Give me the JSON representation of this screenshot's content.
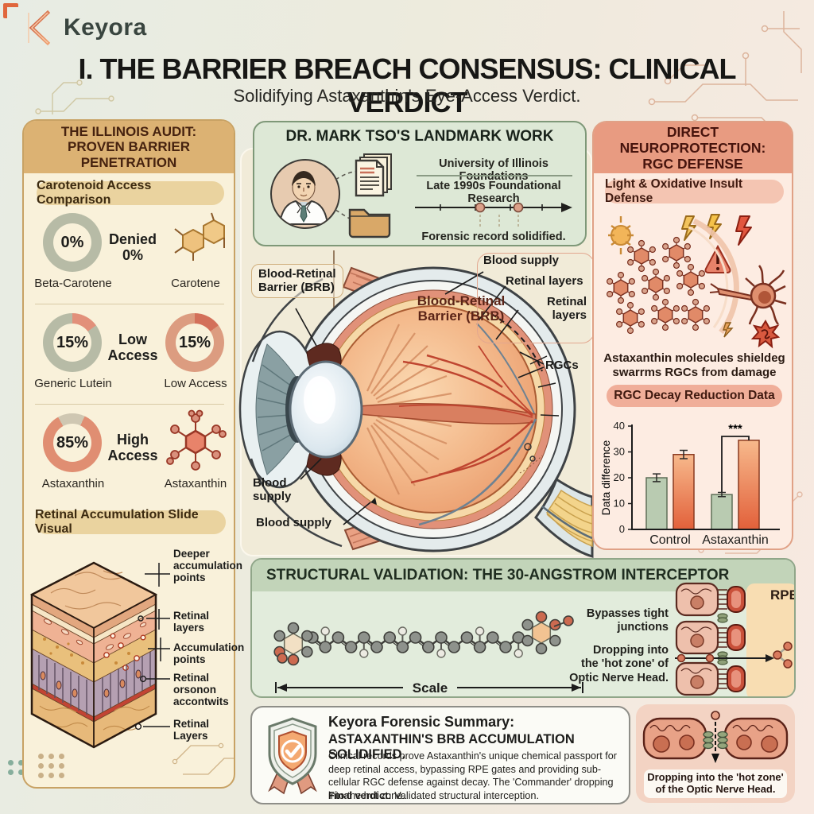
{
  "brand": {
    "name": "Keyora"
  },
  "header": {
    "title": "I. THE BARRIER BREACH CONSENSUS: CLINICAL VERDICT",
    "subtitle": "Solidifying Astaxanthin's Eye-Access Verdict."
  },
  "palette": {
    "page_left": "#e7ece4",
    "page_right": "#f8e9e1",
    "cream_panel": "#f9f1da",
    "tan_header": "#dcb273",
    "sage_panel": "#dde8d6",
    "sage_header": "#c2d4b9",
    "pink_panel": "#fdece2",
    "salmon_header": "#e89b81",
    "salmon": "#e0907a",
    "gray_green": "#b7bba6"
  },
  "left_panel": {
    "title": "THE ILLINOIS AUDIT:\nPROVEN BARRIER PENETRATION",
    "comparison_pill": "Carotenoid Access Comparison",
    "rows": [
      {
        "left_value": "0%",
        "left_pct": 0,
        "mid_text": "Denied\n0%",
        "left_label": "Beta-Carotene",
        "right_label": "Carotene"
      },
      {
        "left_value": "15%",
        "left_pct": 15,
        "mid_text": "Low\nAccess",
        "right_value": "15%",
        "right_pct": 15,
        "left_label": "Generic Lutein",
        "right_label": "Low Access"
      },
      {
        "left_value": "85%",
        "left_pct": 85,
        "mid_text": "High\nAccess",
        "left_label": "Astaxanthin",
        "right_label": "Astaxanthin"
      }
    ],
    "slide_pill": "Retinal Accumulation Slide Visual",
    "slide_labels": [
      "Deeper\naccumulation\npoints",
      "Retinal\nlayers",
      "Accumulation\npoints",
      "Retinal\norsonon\naccontwits",
      "Retinal\nLayers"
    ]
  },
  "tso_panel": {
    "title": "DR. MARK TSO'S LANDMARK WORK",
    "timeline_top": "University of Illinois Foundations",
    "timeline_mid": "Late 1990s Foundational Research",
    "timeline_bottom": "Forensic record solidified."
  },
  "eye_section": {
    "label_brb_left": "Blood-Retinal\nBarrier (BRB)",
    "label_brb_inner": "Blood-Retinal\nBarrier (BRB)",
    "label_blood_supply_top": "Blood supply",
    "label_retinal_layers_1": "Retinal layers",
    "label_retinal_layers_2": "Retinal\nlayers",
    "label_rgcs": "RGCs",
    "label_blood_supply_left": "Blood\nsupply",
    "label_blood_supply_bottom": "Blood supply"
  },
  "right_panel": {
    "title": "DIRECT NEUROPROTECTION:\nRGC DEFENSE",
    "defense_pill": "Light & Oxidative Insult Defense",
    "caption": "Astaxanthin molecules shieldeg\nswarrms RGCs from damage",
    "chart_pill": "RGC Decay Reduction Data"
  },
  "chart_data": {
    "type": "bar",
    "title": "RGC Decay Reduction Data",
    "ylabel": "Data difference",
    "ylim": [
      0,
      40
    ],
    "yticks": [
      "0",
      "10",
      "20",
      "30",
      "40"
    ],
    "categories": [
      "Control",
      "Astaxanthin"
    ],
    "series": [
      {
        "name": "green-series",
        "color": "#b9cbb1",
        "values": [
          20,
          13.5
        ],
        "errors": [
          1.5,
          0.8
        ]
      },
      {
        "name": "orange-series",
        "color": "#ef9c72",
        "values": [
          29,
          34.5
        ],
        "errors": [
          1.6,
          0
        ]
      }
    ],
    "significance": "***",
    "legend": "none",
    "grid": false
  },
  "structural_panel": {
    "title": "STRUCTURAL VALIDATION: THE 30-ANGSTROM INTERCEPTOR",
    "scale_label": "Scale",
    "bypass_text": "Bypasses tight\njunctions",
    "dropping_text": "Dropping into\nthe 'hot zone' of\nOptic Nerve Head.",
    "rpe_label": "RPE"
  },
  "summary": {
    "heading": "Keyora Forensic Summary:",
    "subheading": "ASTAXANTHIN'S BRB ACCUMULATION SOLIDIFIED.",
    "body": "Clinical records prove Astaxanthin's unique chemical passport for deep retinal access, bypassing RPE gates and providing sub-cellular RGC defense against decay. The 'Commander' dropping into the hot zone.",
    "final_label": "Final verdict:",
    "final_text": "Validated structural interception."
  },
  "hotzone_panel": {
    "caption": "Dropping into the 'hot zone'\nof the Optic Nerve Head."
  }
}
